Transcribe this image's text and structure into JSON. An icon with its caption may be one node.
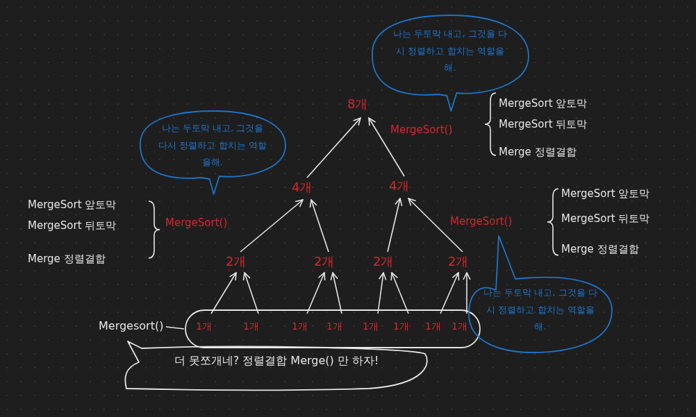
{
  "diagram": {
    "nodes": [
      {
        "text": [
          "8개"
        ]
      },
      {
        "text": [
          "4개"
        ]
      },
      {
        "text": [
          "4개"
        ]
      },
      {
        "text": [
          "2개"
        ]
      },
      {
        "text": [
          "2개"
        ]
      },
      {
        "text": [
          "2개"
        ]
      },
      {
        "text": [
          "2개"
        ]
      },
      {
        "text": [],
        "shape": "oval"
      },
      {
        "text": [
          "1개"
        ],
        "in": 7
      },
      {
        "text": [
          "1개"
        ],
        "in": 7
      },
      {
        "text": [
          "1개"
        ],
        "in": 7
      },
      {
        "text": [
          "1개"
        ],
        "in": 7
      },
      {
        "text": [
          "1개"
        ],
        "in": 7
      },
      {
        "text": [
          "1개"
        ],
        "in": 7
      },
      {
        "text": [
          "1개"
        ],
        "in": 7
      },
      {
        "text": [
          "1개"
        ],
        "in": 7
      },
      {
        "text": [
          "Mergesort()"
        ]
      },
      {
        "text": [
          "나는 두토막 내고, 그것을 다시 정렬하고 합치는 역할을해."
        ]
      },
      {
        "text": [
          "나는 두토막 내고, 그것을 다시 정렬하고 합치는 역할을해."
        ]
      },
      {
        "text": [
          "나는 두토막 내고, 그것을 다시 정렬하고 합치는 역할을해."
        ]
      },
      {
        "text": [
          "더 못쪼개네? 정렬결합 Merge() 만 하자!"
        ]
      }
    ],
    "edges": [
      {
        "from": 1,
        "to": 0,
        "arrow": "to"
      },
      {
        "from": 2,
        "to": 0,
        "arrow": "to"
      },
      {
        "from": 3,
        "to": 1,
        "arrow": "to"
      },
      {
        "from": 4,
        "to": 1,
        "arrow": "to"
      },
      {
        "from": 5,
        "to": 2,
        "arrow": "to"
      },
      {
        "from": 6,
        "to": 2,
        "arrow": "to"
      },
      {
        "from": 8,
        "to": 3,
        "arrow": "to"
      },
      {
        "from": 9,
        "to": 3,
        "arrow": "to"
      },
      {
        "from": 10,
        "to": 4,
        "arrow": "to"
      },
      {
        "from": 11,
        "to": 4,
        "arrow": "to"
      },
      {
        "from": 12,
        "to": 5,
        "arrow": "to"
      },
      {
        "from": 13,
        "to": 5,
        "arrow": "to"
      },
      {
        "from": 14,
        "to": 6,
        "arrow": "to"
      },
      {
        "from": 15,
        "to": 6,
        "arrow": "to"
      },
      {
        "from": 16,
        "to": 7,
        "arrow": "none"
      }
    ],
    "labels": [
      "MergeSort()",
      "MergeSort 앞토막",
      "MergeSort 뒤토막",
      "Merge 정렬결합",
      "MergeSort 앞토막",
      "MergeSort 뒤토막",
      "Merge 정렬결합",
      "MergeSort()",
      "MergeSort()",
      "MergeSort 앞토막",
      "MergeSort 뒤토막",
      "Merge 정렬결합"
    ]
  }
}
